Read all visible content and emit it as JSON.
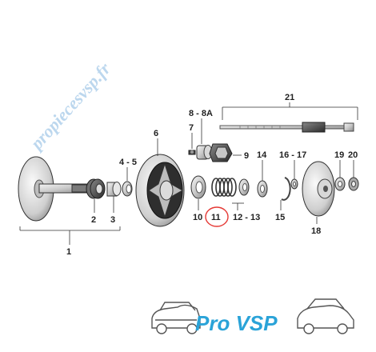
{
  "watermark": {
    "text": "propiecesvsp.fr"
  },
  "brand": {
    "text": "Pro VSP",
    "color": "#2aa3d8"
  },
  "labels": {
    "l1": "1",
    "l2": "2",
    "l3": "3",
    "l4_5": "4 - 5",
    "l6": "6",
    "l7": "7",
    "l8_8a": "8 - 8A",
    "l9": "9",
    "l10": "10",
    "l11": "11",
    "l12_13": "12 - 13",
    "l14": "14",
    "l15": "15",
    "l16_17": "16 - 17",
    "l18": "18",
    "l19": "19",
    "l20": "20",
    "l21": "21"
  },
  "highlight": {
    "color": "#e53935"
  }
}
